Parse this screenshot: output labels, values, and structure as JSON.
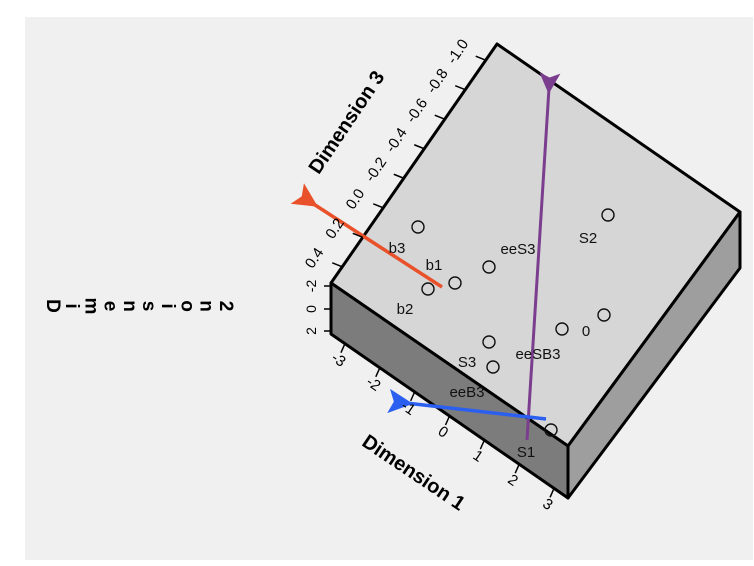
{
  "chart_data": {
    "type": "scatter",
    "projection": "3d",
    "title": "",
    "axes": {
      "x": {
        "label": "Dimension 1",
        "ticks": [
          "-3",
          "-2",
          "-1",
          "0",
          "1",
          "2",
          "3"
        ]
      },
      "y": {
        "label": "Dimension 2",
        "ticks": [
          "2",
          "0",
          "-2"
        ]
      },
      "z": {
        "label": "Dimension 3",
        "ticks": [
          "0.4",
          "0.2",
          "0.0",
          "-0.2",
          "-0.4",
          "-0.6",
          "-0.8",
          "-1.0"
        ]
      }
    },
    "points": [
      {
        "label": "b3",
        "show_marker": true
      },
      {
        "label": "b1",
        "show_marker": true
      },
      {
        "label": "b2",
        "show_marker": true
      },
      {
        "label": "",
        "show_marker": true
      },
      {
        "label": "eeS3",
        "show_marker": true
      },
      {
        "label": "S2",
        "show_marker": true
      },
      {
        "label": "",
        "show_marker": true
      },
      {
        "label": "0",
        "show_marker": true
      },
      {
        "label": "",
        "show_marker": true
      },
      {
        "label": "eeSB3",
        "show_marker": true
      },
      {
        "label": "S3",
        "show_marker": true
      },
      {
        "label": "eeB3",
        "show_marker": false
      },
      {
        "label": "S1",
        "show_marker": true
      }
    ],
    "vectors": [
      {
        "color": "#e8512a"
      },
      {
        "color": "#7b3d8e"
      },
      {
        "color": "#2b5ff0"
      }
    ],
    "colors": {
      "panel_bg": "#f0f0f0",
      "top_face": "#d6d6d6",
      "side_face": "#9e9e9e",
      "front_face": "#7c7c7c",
      "edge": "#000000"
    }
  }
}
